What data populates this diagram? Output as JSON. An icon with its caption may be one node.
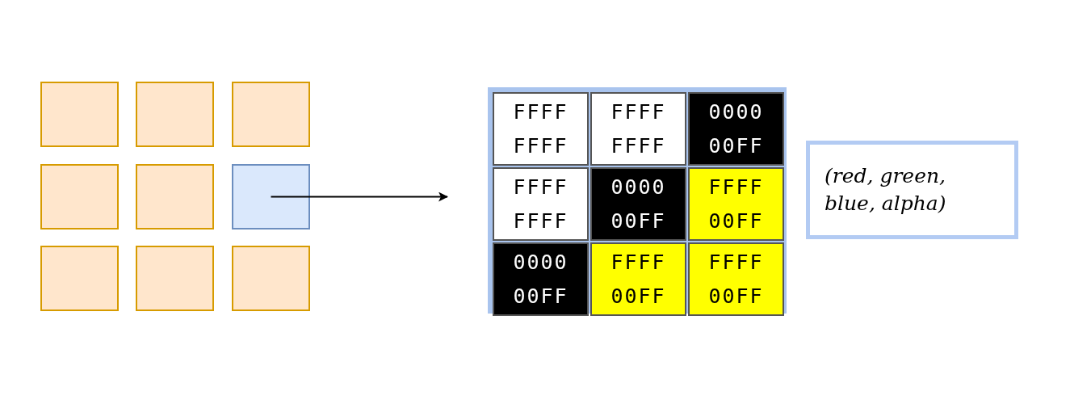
{
  "diagram": {
    "nodes": [
      {
        "text": [],
        "shape": "box"
      },
      {
        "text": [],
        "shape": "box"
      },
      {
        "text": [],
        "shape": "box"
      },
      {
        "text": [],
        "shape": "box"
      },
      {
        "text": [],
        "shape": "box"
      },
      {
        "text": [],
        "shape": "box"
      },
      {
        "text": [],
        "shape": "box"
      },
      {
        "text": [],
        "shape": "box"
      },
      {
        "text": [],
        "shape": "box"
      },
      {
        "text": [],
        "shape": "box"
      },
      {
        "text": [
          "FFFF FFFF"
        ],
        "in": 9
      },
      {
        "text": [
          "FFFF FFFF"
        ],
        "in": 9
      },
      {
        "text": [
          "0000 00FF"
        ],
        "in": 9
      },
      {
        "text": [
          "FFFF FFFF"
        ],
        "in": 9
      },
      {
        "text": [
          "0000 00FF"
        ],
        "in": 9
      },
      {
        "text": [
          "FFFF 00FF"
        ],
        "in": 9
      },
      {
        "text": [
          "0000 00FF"
        ],
        "in": 9
      },
      {
        "text": [
          "FFFF 00FF"
        ],
        "in": 9
      },
      {
        "text": [
          "FFFF 00FF"
        ],
        "in": 9
      },
      {
        "text": [
          "(red, green, blue, alpha)"
        ]
      }
    ],
    "edges": [
      {
        "from": 5,
        "to": 9,
        "arrow": "to"
      }
    ]
  }
}
